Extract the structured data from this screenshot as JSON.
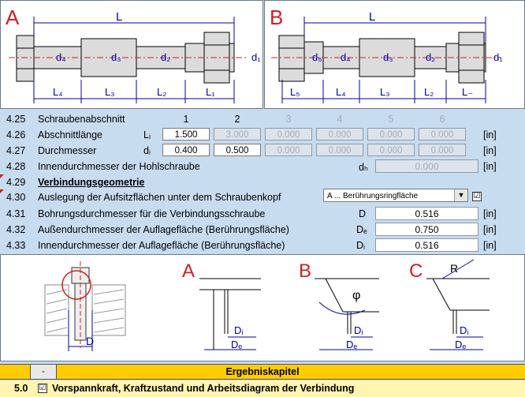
{
  "figures": {
    "a": {
      "letter": "A",
      "L": "L",
      "d4": "d₄",
      "d3": "d₃",
      "d2": "d₂",
      "d1": "d₁",
      "L4": "L₄",
      "L3": "L₃",
      "L2": "L₂",
      "L1": "L₁"
    },
    "b": {
      "letter": "B",
      "L": "L",
      "d5": "d₅",
      "d4": "d₄",
      "d3": "d₃",
      "d2": "d₂",
      "d1": "d₁",
      "L5": "L₅",
      "L4": "L₄",
      "L3": "L₃",
      "L2": "L₂",
      "L1": "L₋"
    }
  },
  "rows": {
    "r425": {
      "num": "4.25",
      "label": "Schraubenabschnitt",
      "cols": [
        "1",
        "2",
        "3",
        "4",
        "5",
        "6"
      ]
    },
    "r426": {
      "num": "4.26",
      "label": "Abschnittlänge",
      "sym": "Lᵢ",
      "values": [
        "1.500",
        "3.000",
        "0.000",
        "0.000",
        "0.000",
        "0.000"
      ],
      "unit": "[in]"
    },
    "r427": {
      "num": "4.27",
      "label": "Durchmesser",
      "sym": "dᵢ",
      "values": [
        "0.400",
        "0.500",
        "0.000",
        "0.000",
        "0.000",
        "0.000"
      ],
      "unit": "[in]"
    },
    "r428": {
      "num": "4.28",
      "label": "Innendurchmesser der Hohlschraube",
      "sym": "dₕ",
      "value": "0.000",
      "unit": "[in]"
    },
    "r429": {
      "num": "4.29",
      "label": "Verbindungsgeometrie"
    },
    "r430": {
      "num": "4.30",
      "label": "Auslegung der Aufsitzflächen unter dem Schraubenkopf",
      "select": "A ... Berührungsringfläche",
      "check": "☑"
    },
    "r431": {
      "num": "4.31",
      "label": "Bohrungsdurchmesser für die Verbindungsschraube",
      "sym": "D",
      "value": "0.516",
      "unit": "[in]"
    },
    "r432": {
      "num": "4.32",
      "label": "Außendurchmesser der Auflagefläche (Berührungsfläche)",
      "sym": "Dₑ",
      "value": "0.750",
      "unit": "[in]"
    },
    "r433": {
      "num": "4.33",
      "label": "Innendurchmesser der Auflagefläche (Berührungsfläche)",
      "sym": "Dᵢ",
      "value": "0.516",
      "unit": "[in]"
    }
  },
  "figure2": {
    "D": "D",
    "A": "A",
    "B": "B",
    "C": "C",
    "Di": "Dᵢ",
    "De": "Dₑ",
    "phi": "φ",
    "R": "R"
  },
  "bottom": {
    "minus": "-",
    "title": "Ergebniskapitel",
    "num": "5.0",
    "check": "☑",
    "label": "Vorspannkraft, Kraftzustand und Arbeitsdiagram der Verbindung"
  },
  "colors": {
    "accent_red": "#d02020",
    "header_yellow": "#ffcc00",
    "background": "#c8dcf0"
  }
}
